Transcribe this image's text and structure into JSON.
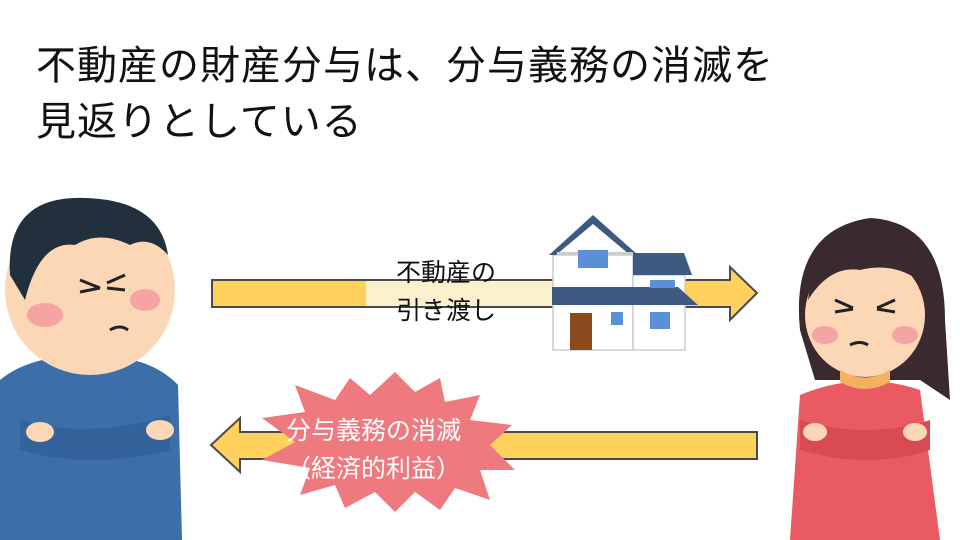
{
  "title": {
    "line1": "不動産の財産分与は、分与義務の消滅を",
    "line2": "見返りとしている"
  },
  "transfer": {
    "line1": "不動産の",
    "line2": "引き渡し"
  },
  "benefit": {
    "line1": "分与義務の消滅",
    "line2": "（経済的利益）"
  },
  "colors": {
    "arrow": "#fdd15c",
    "arrow_outline": "#4a4a4a",
    "burst": "#ee7a80",
    "roof": "#3d5a80",
    "man_shirt": "#3c6fa8",
    "woman_shirt": "#ea5a62"
  }
}
